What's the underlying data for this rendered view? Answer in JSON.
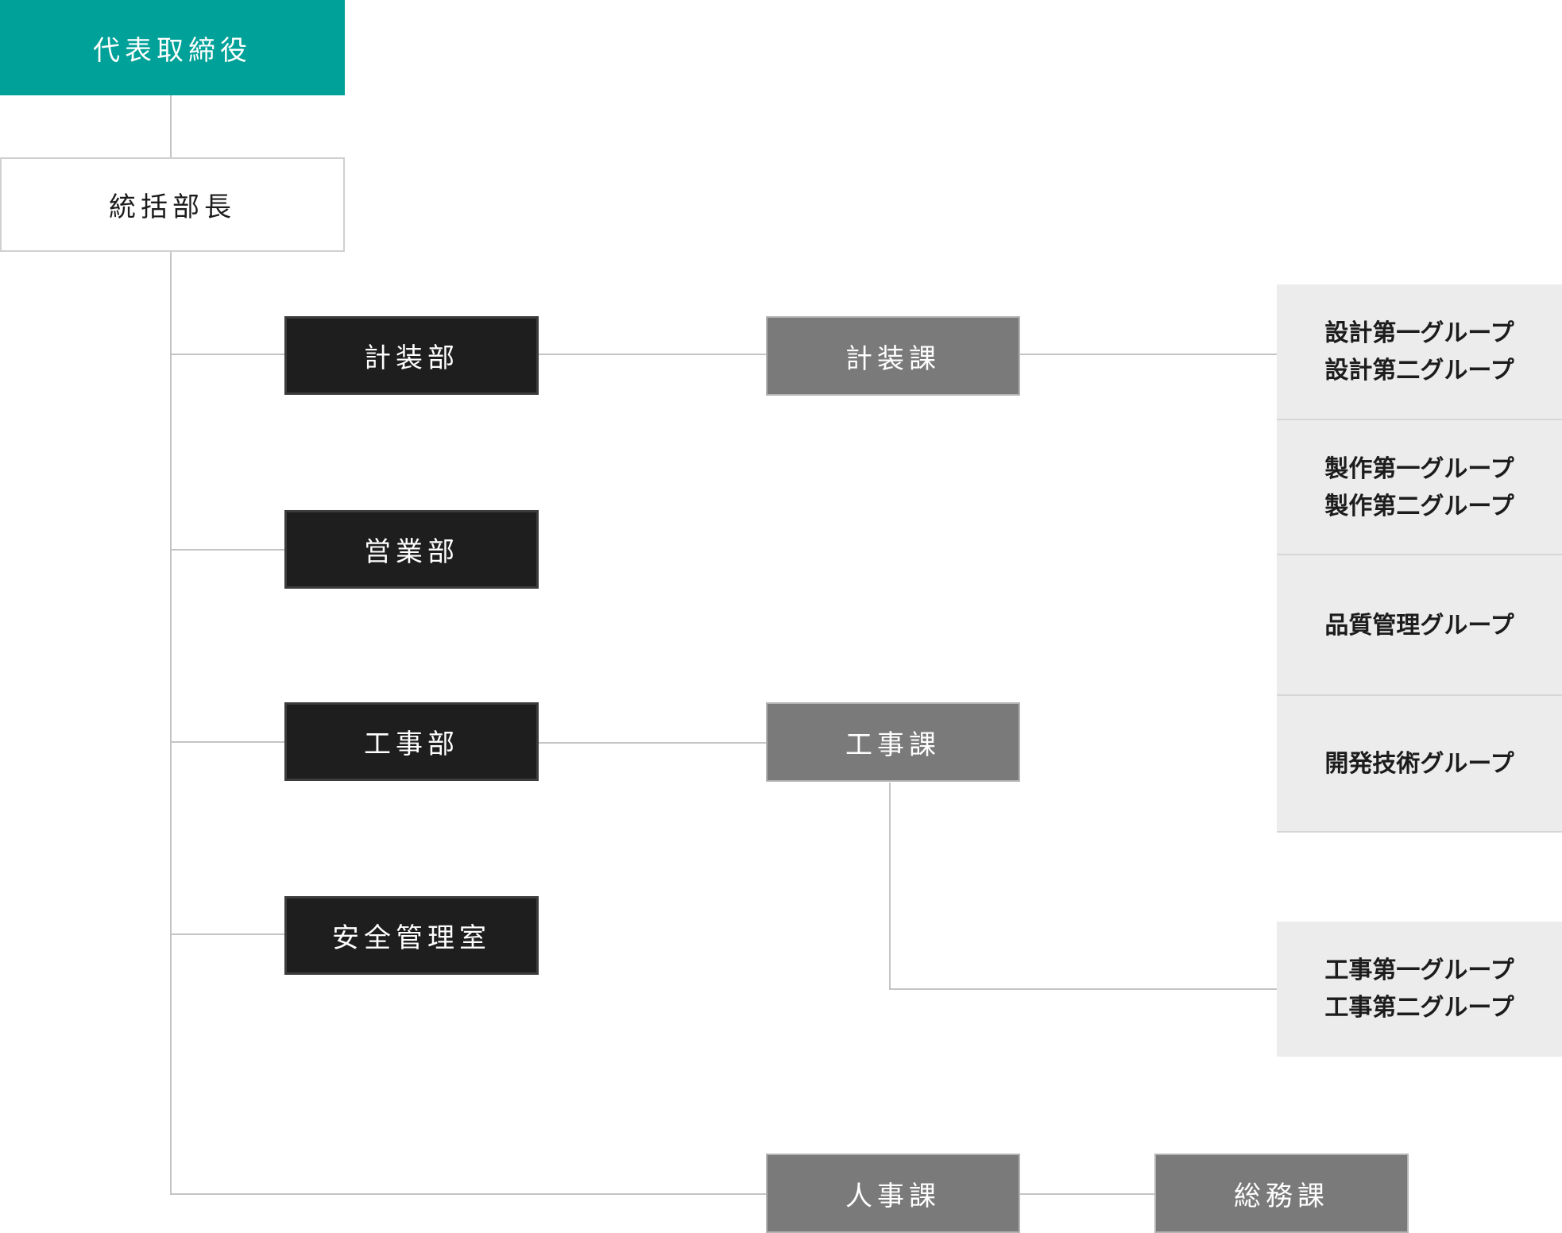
{
  "org_chart": {
    "ceo": "代表取締役",
    "general_manager": "統括部長",
    "departments": {
      "instrumentation": "計装部",
      "sales": "営業部",
      "construction": "工事部",
      "safety": "安全管理室"
    },
    "sections": {
      "instrumentation": "計装課",
      "construction": "工事課",
      "hr": "人事課",
      "general_affairs": "総務課"
    },
    "groups": {
      "design": [
        "設計第一グループ",
        "設計第二グループ"
      ],
      "production": [
        "製作第一グループ",
        "製作第二グループ"
      ],
      "quality": [
        "品質管理グループ"
      ],
      "development": [
        "開発技術グループ"
      ],
      "construction": [
        "工事第一グループ",
        "工事第二グループ"
      ]
    },
    "colors": {
      "ceo": "#00a198",
      "department": "#1e1e1e",
      "section": "#7a7a7a",
      "group": "#ececec",
      "connector": "#c4c4c4"
    }
  }
}
